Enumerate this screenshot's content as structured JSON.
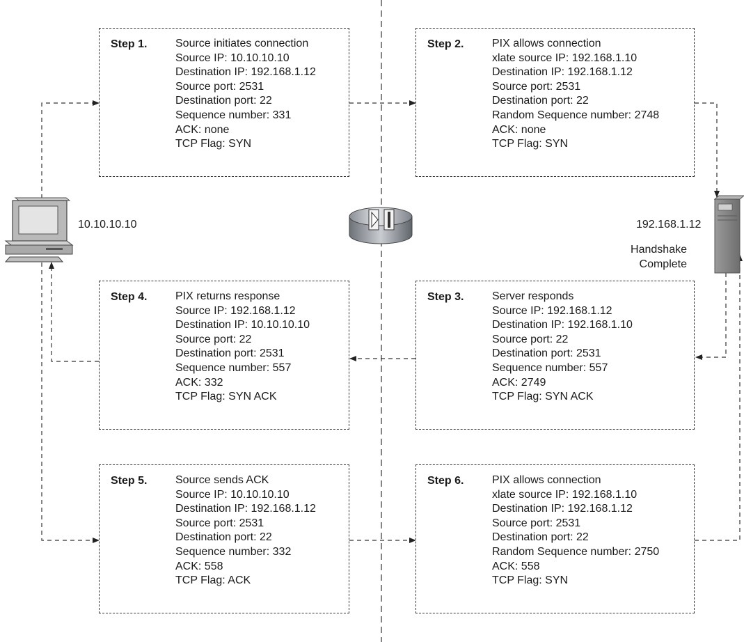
{
  "hosts": {
    "client_ip": "10.10.10.10",
    "server_ip": "192.168.1.12",
    "handshake_note": [
      "Handshake",
      "Complete"
    ]
  },
  "steps": [
    {
      "label": "Step 1.",
      "lines": [
        "Source initiates connection",
        "Source IP: 10.10.10.10",
        "Destination IP: 192.168.1.12",
        "Source port: 2531",
        "Destination port: 22",
        "Sequence number: 331",
        "ACK: none",
        "TCP Flag: SYN"
      ]
    },
    {
      "label": "Step 2.",
      "lines": [
        "PIX allows connection",
        "xlate source IP: 192.168.1.10",
        "Destination IP: 192.168.1.12",
        "Source port: 2531",
        "Destination port: 22",
        "Random Sequence number: 2748",
        "ACK: none",
        "TCP Flag: SYN"
      ]
    },
    {
      "label": "Step 3.",
      "lines": [
        "Server responds",
        "Source IP: 192.168.1.12",
        "Destination IP: 192.168.1.10",
        "Source port: 22",
        "Destination port: 2531",
        "Sequence number: 557",
        "ACK: 2749",
        "TCP Flag: SYN ACK"
      ]
    },
    {
      "label": "Step 4.",
      "lines": [
        "PIX returns response",
        "Source IP: 192.168.1.12",
        "Destination IP: 10.10.10.10",
        "Source port: 22",
        "Destination port: 2531",
        "Sequence number: 557",
        "ACK: 332",
        "TCP Flag: SYN ACK"
      ]
    },
    {
      "label": "Step 5.",
      "lines": [
        "Source sends ACK",
        "Source IP: 10.10.10.10",
        "Destination IP: 192.168.1.12",
        "Source port: 2531",
        "Destination port: 22",
        "Sequence number: 332",
        "ACK: 558",
        "TCP Flag: ACK"
      ]
    },
    {
      "label": "Step 6.",
      "lines": [
        "PIX allows connection",
        "xlate source IP: 192.168.1.10",
        "Destination IP: 192.168.1.12",
        "Source port: 2531",
        "Destination port: 22",
        "Random Sequence number: 2750",
        "ACK: 558",
        "TCP Flag: SYN"
      ]
    }
  ],
  "icons": {
    "client": "desktop-computer-icon",
    "firewall": "pix-firewall-icon",
    "server": "tower-server-icon"
  }
}
